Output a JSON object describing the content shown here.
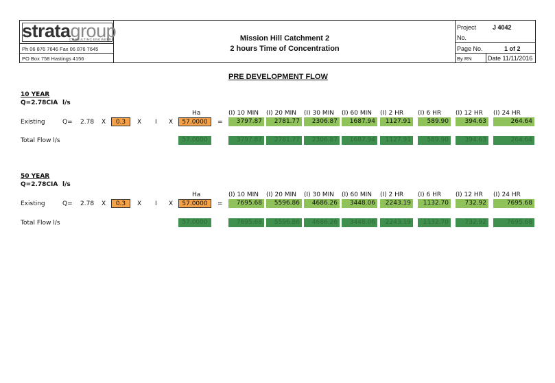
{
  "header": {
    "logo_main": "strata",
    "logo_group": "group",
    "logo_sub": "CONSULTING ENGINEERS",
    "phone_fax": "Ph 06 876 7646   Fax 06 876 7645",
    "po_box": "PO Box 758 Hastings 4156",
    "title_line1": "Mission Hill Catchment 2",
    "title_line2": "2 hours Time of Concentration",
    "project_label": "Project",
    "project_value": "J 4042",
    "no_label": "No.",
    "page_label": "Page No.",
    "page_value": "1 of 2",
    "by_label": "By",
    "by_value": "RN",
    "date_text": "Date 11/11/2016"
  },
  "page_title": "PRE DEVELOPMENT FLOW",
  "sections": [
    {
      "heading": "10 YEAR",
      "formula": "Q=2.78CIA",
      "unit": "l/s",
      "ha_label": "Ha",
      "columns": [
        "(I) 10 MIN",
        "(I) 20 MIN",
        "(I) 30 MIN",
        "(I) 60 MIN",
        "(I) 2 HR",
        "(I) 6 HR",
        "(I) 12 HR",
        "(I) 24 HR"
      ],
      "existing_label": "Existing",
      "q_label": "Q=",
      "coef": "2.78",
      "x1": "X",
      "c_value": "0.3",
      "x2": "X",
      "i_label": "I",
      "x3": "X",
      "area": "57.0000",
      "equals": "=",
      "existing_values": [
        "3797.87",
        "2781.77",
        "2306.87",
        "1687.94",
        "1127.91",
        "589.90",
        "394.63",
        "264.64"
      ],
      "total_label": "Total Flow l/s",
      "total_area": "57.0000",
      "total_values": [
        "3797.87",
        "2781.77",
        "2306.87",
        "1687.94",
        "1127.91",
        "589.90",
        "394.63",
        "264.64"
      ]
    },
    {
      "heading": "50 YEAR",
      "formula": "Q=2.78CIA",
      "unit": "l/s",
      "ha_label": "Ha",
      "columns": [
        "(I) 10 MIN",
        "(I) 20 MIN",
        "(I) 30 MIN",
        "(I) 60 MIN",
        "(I) 2 HR",
        "(I) 6 HR",
        "(I) 12 HR",
        "(I) 24 HR"
      ],
      "existing_label": "Existing",
      "q_label": "Q=",
      "coef": "2.78",
      "x1": "X",
      "c_value": "0.3",
      "x2": "X",
      "i_label": "I",
      "x3": "X",
      "area": "57.0000",
      "equals": "=",
      "existing_values": [
        "7695.68",
        "5596.86",
        "4686.26",
        "3448.06",
        "2243.19",
        "1132.70",
        "732.92",
        "7695.68"
      ],
      "total_label": "Total Flow l/s",
      "total_area": "57.0000",
      "total_values": [
        "7695.68",
        "5596.86",
        "4686.26",
        "3448.06",
        "2243.19",
        "1132.70",
        "732.92",
        "7695.68"
      ]
    }
  ]
}
